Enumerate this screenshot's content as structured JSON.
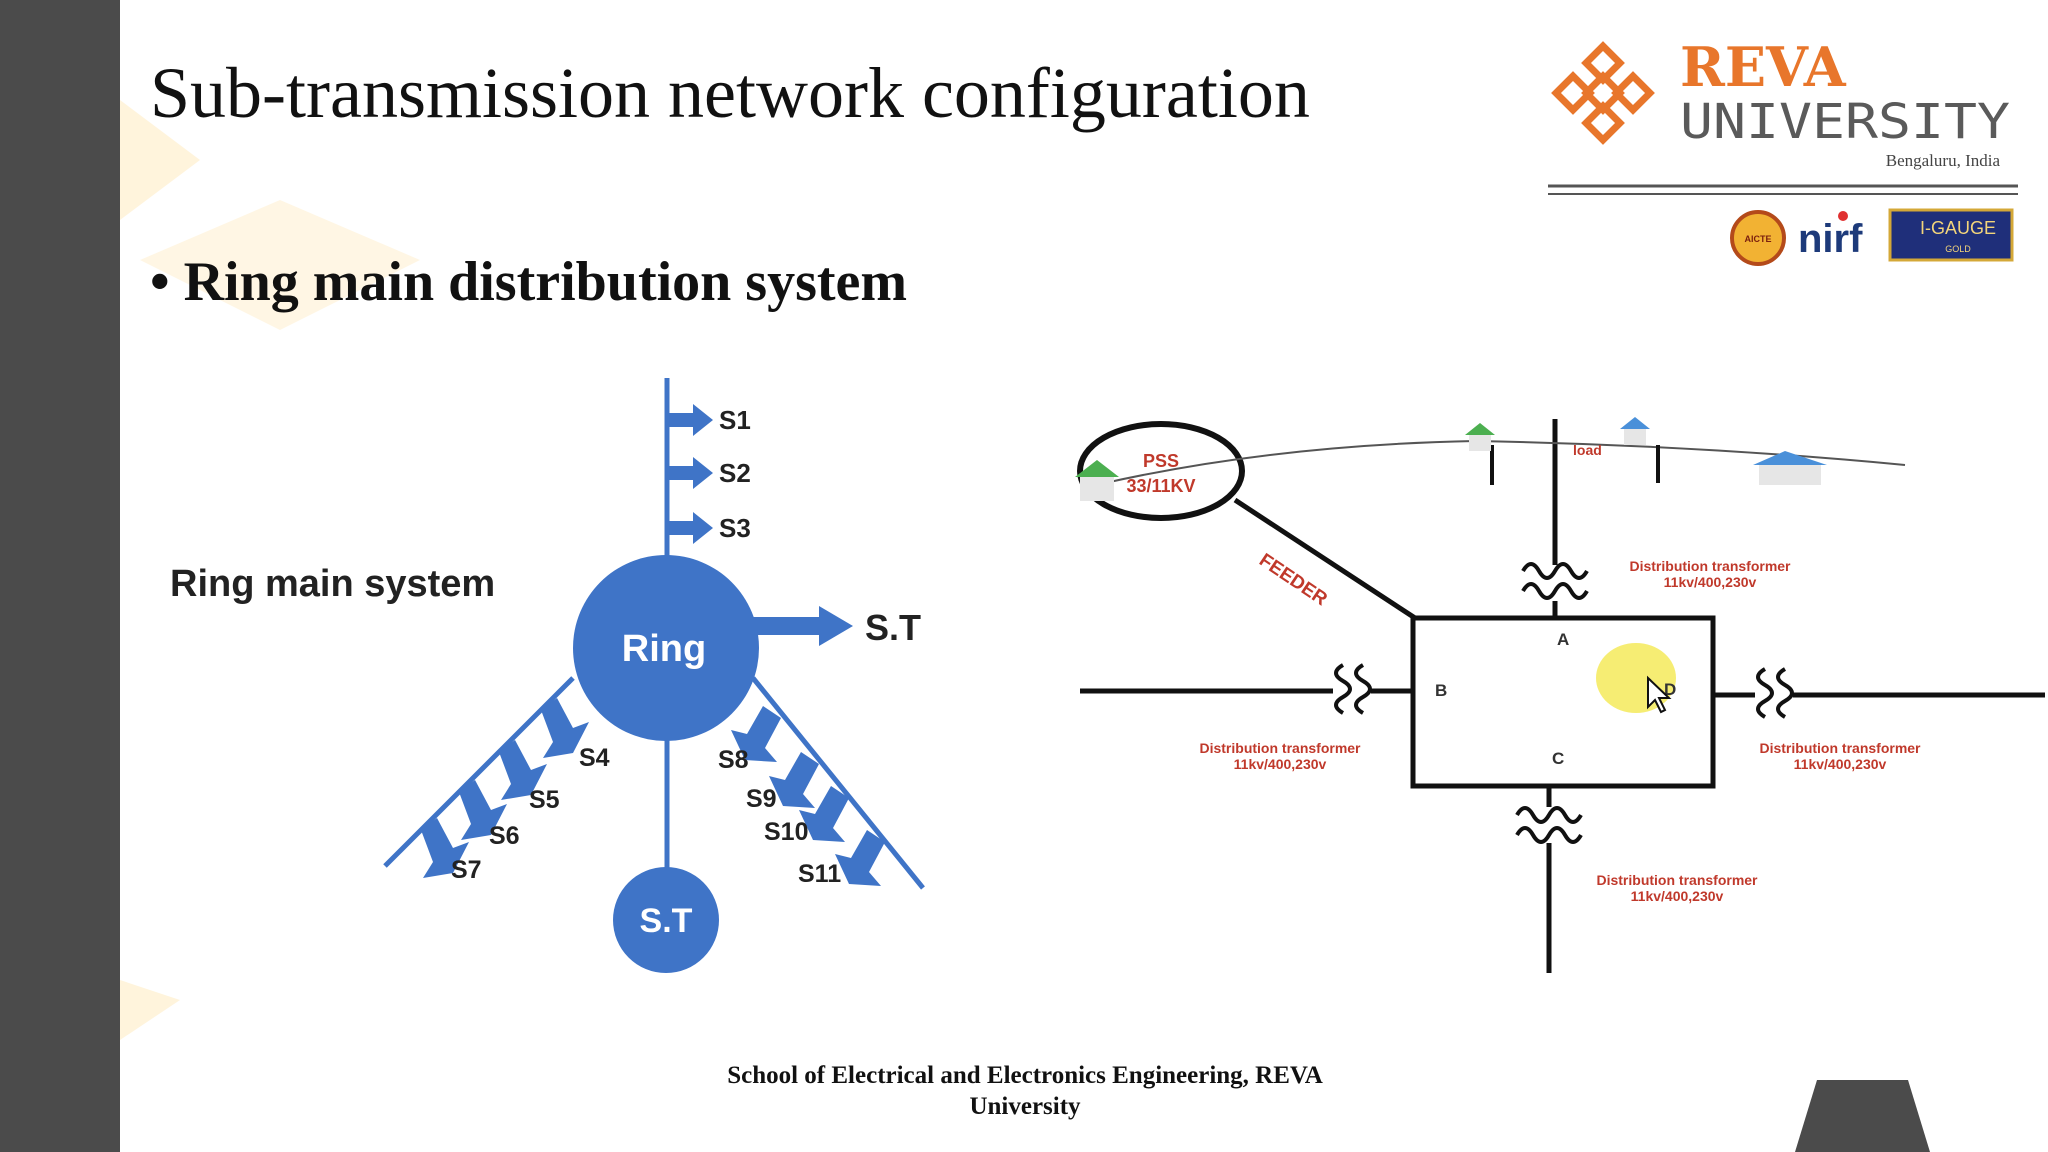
{
  "slide": {
    "title": "Sub-transmission network configuration",
    "bullet": "• Ring main distribution system",
    "footer_line1": "School of Electrical and Electronics Engineering, REVA",
    "footer_line2": "University"
  },
  "logo": {
    "name_line1": "REVA",
    "name_line2": "UNIVERSITY",
    "location": "Bengaluru, India",
    "badges": [
      "AICTE",
      "nirf",
      "I-GAUGE"
    ],
    "badge_gold": "GOLD",
    "brand_color": "#e8762b"
  },
  "ring_diagram": {
    "caption": "Ring main system",
    "hub_label": "Ring",
    "source_label": "S.T",
    "outlet_label": "S.T",
    "top_feeders": [
      "S1",
      "S2",
      "S3"
    ],
    "left_feeders": [
      "S4",
      "S5",
      "S6",
      "S7"
    ],
    "right_feeders": [
      "S8",
      "S9",
      "S10",
      "S11"
    ],
    "color": "#3f74c7"
  },
  "network_diagram": {
    "pss_line1": "PSS",
    "pss_line2": "33/11KV",
    "feeder_label": "FEEDER",
    "load_label": "load",
    "nodes": [
      "A",
      "B",
      "C",
      "D"
    ],
    "transformer_label": "Distribution transformer",
    "transformer_rating": "11kv/400,230v",
    "label_color": "#c0392b"
  }
}
